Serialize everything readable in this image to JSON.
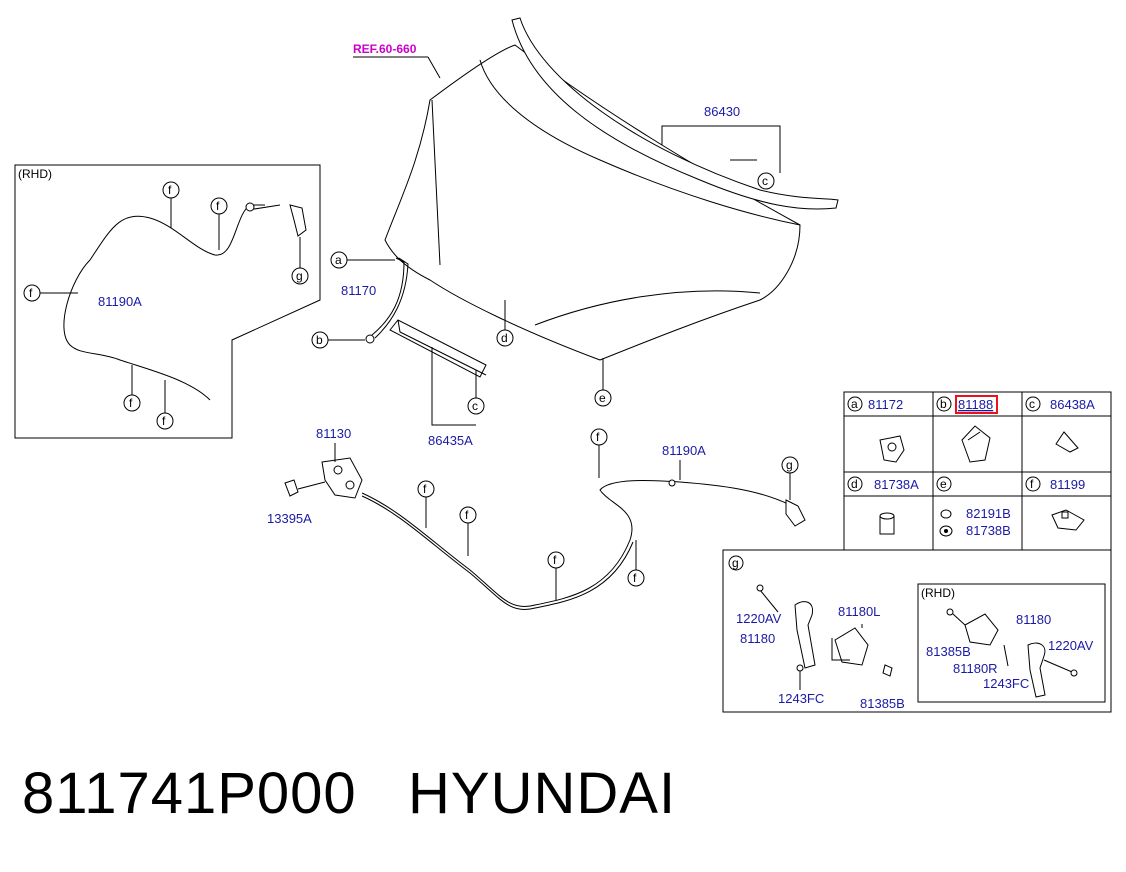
{
  "ref_label": "REF.60-660",
  "rhd_label": "(RHD)",
  "main_labels": {
    "hood_seal": "86430",
    "hood_stay": "81170",
    "latch": "81130",
    "bumper": "13395A",
    "cable": "81190A",
    "stay_bracket": "86435A",
    "inset_cable": "81190A"
  },
  "callouts": [
    "a",
    "b",
    "c",
    "d",
    "e",
    "f",
    "g"
  ],
  "parts_table": {
    "cells": [
      {
        "letter": "a",
        "part": "81172"
      },
      {
        "letter": "b",
        "part": "81188",
        "highlighted": true
      },
      {
        "letter": "c",
        "part": "86438A"
      },
      {
        "letter": "d",
        "part": "81738A"
      },
      {
        "letter": "e",
        "part": "82191B",
        "part2": "81738B"
      },
      {
        "letter": "f",
        "part": "81199"
      }
    ],
    "highlight_color": "#e8141b"
  },
  "g_box": {
    "letter": "g",
    "left_labels": [
      "1220AV",
      "81180",
      "81180L",
      "1243FC",
      "81385B"
    ],
    "rhd_labels": [
      "81385B",
      "81180",
      "81180R",
      "1243FC",
      "1220AV"
    ]
  },
  "footer": {
    "part_number": "811741P000",
    "brand": "HYUNDAI"
  }
}
